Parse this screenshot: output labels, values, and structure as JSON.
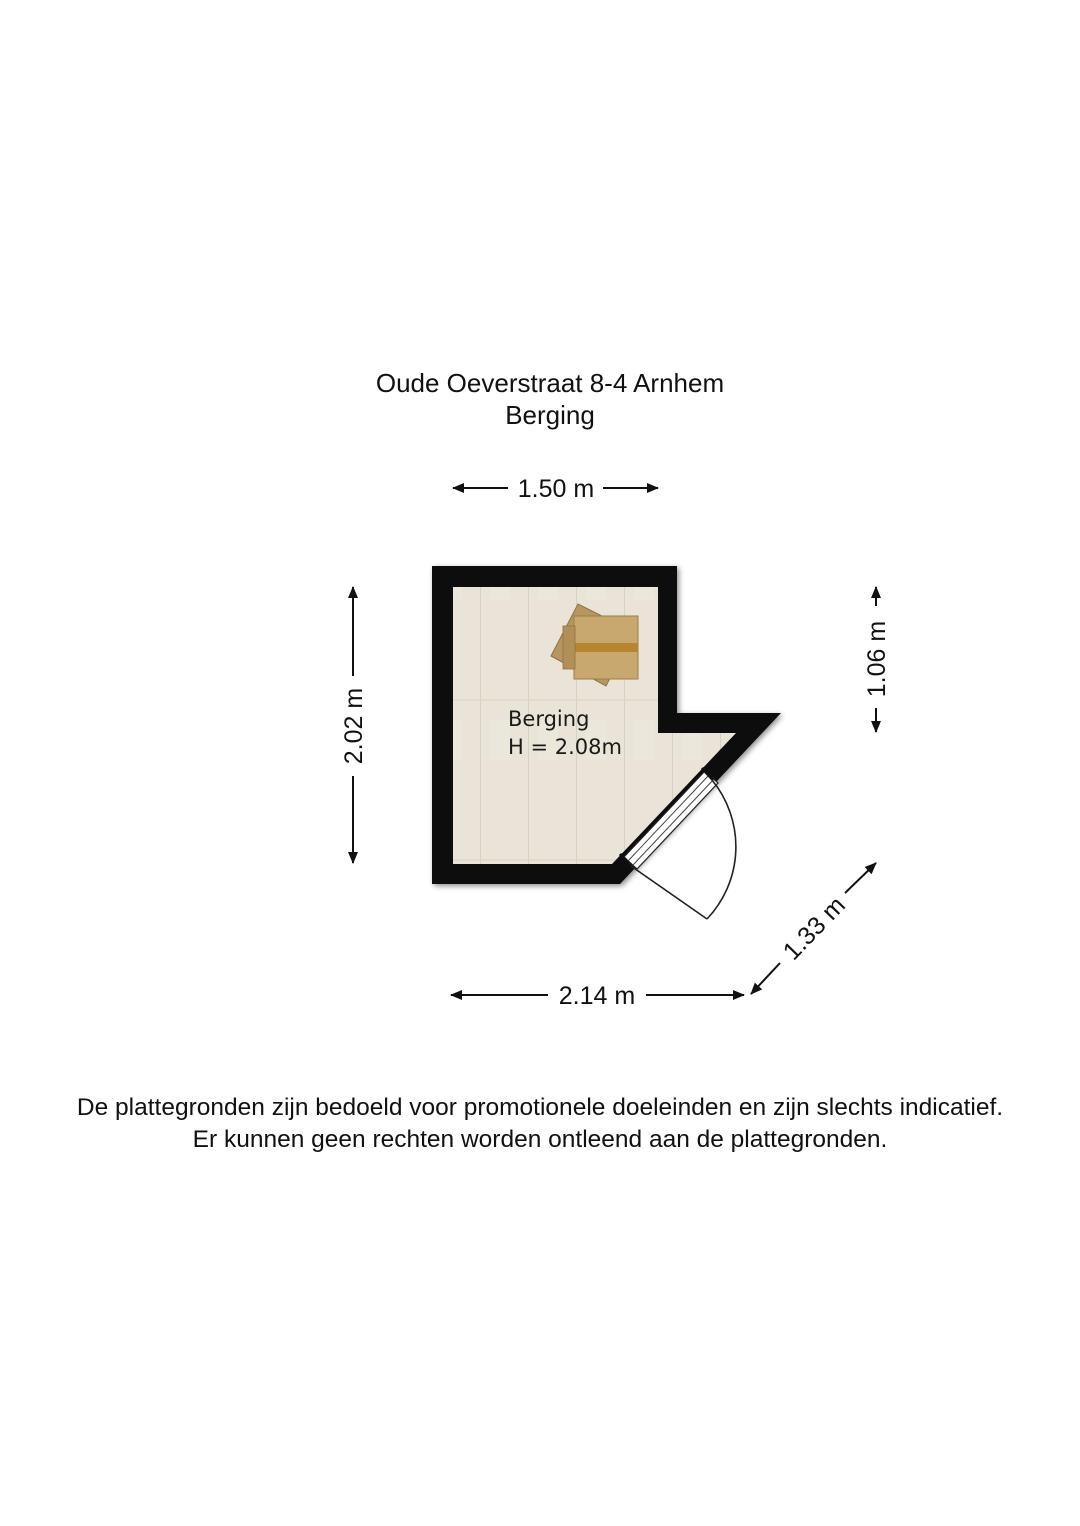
{
  "header": {
    "address": "Oude Oeverstraat 8-4 Arnhem",
    "floor": "Berging"
  },
  "room": {
    "name": "Berging",
    "height": "H = 2.08m"
  },
  "dimensions": {
    "top_width": "1.50 m",
    "left_height": "2.02 m",
    "right_height": "1.06 m",
    "bottom_width": "2.14 m",
    "diagonal": "1.33 m"
  },
  "colors": {
    "wall": "#111111",
    "floor": "#e6e0d3",
    "box": "#c9a870",
    "box_tape": "#b7852f"
  },
  "disclaimer": {
    "line1": "De plattegronden zijn bedoeld voor promotionele doeleinden en zijn slechts indicatief.",
    "line2": "Er kunnen geen rechten worden ontleend aan de plattegronden."
  }
}
